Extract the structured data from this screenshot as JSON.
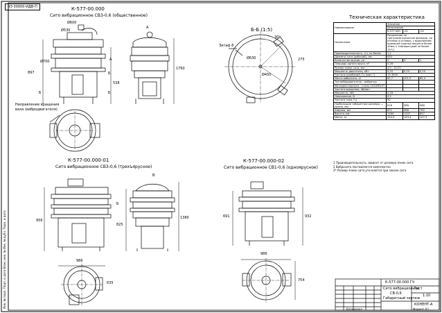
{
  "sheet": {
    "stamp": "ЧЭ 00000-ИДВ-П"
  },
  "view1": {
    "code": "К-577-00.000",
    "title": "Сито вибрационное СВЗ-0,6 (общественное)",
    "view_a": "А",
    "dim_top_left": "Ø600",
    "dim_top_small": "Ø530",
    "dim_side_left": "Ø700",
    "dim_height_left": "897",
    "dim_height_right": "538",
    "dim_height_far": "1760",
    "label_b_top": "Б",
    "label_b_bottom": "Б",
    "label_b_left": "Б",
    "callout_text": "Направление вращения",
    "callout_text2": "вала (вибродвигателя)",
    "label_a_arrow": "А"
  },
  "section": {
    "title": "Б-Б (1:5)",
    "dim_angle": "30°",
    "dim_r": "275",
    "dim_d": "Ø630",
    "dim_small": "Ø450",
    "label_left": "Зетаф 8"
  },
  "view2": {
    "code": "К-577-00.000-01",
    "title": "Сито вибрационное СВЗ-0,6 (трехъярусное)",
    "view_b": "В",
    "dim_left": "956",
    "dim_mid": "1380",
    "dim_right": "825",
    "dim_bottom": "986",
    "dim_bottom_small": "635",
    "small_label": "Б"
  },
  "view3": {
    "code": "К-577-00.000-02",
    "title": "Сито вибрационное СВ1-0,6 (одноярусное)",
    "dim_left": "691",
    "dim_right": "932",
    "dim_bottom": "986",
    "dim_side": "754"
  },
  "spec": {
    "title": "Техническая характеристика",
    "header_name": "Наименование",
    "header_value": "Значение",
    "header_value2": "Исполнение",
    "header_cols": [
      "К-577.000",
      "-01",
      "-02"
    ],
    "purpose_label": "Назначение",
    "purpose_text": "Разделение на гранулометрические фракции, на отсевах и отсевах, с выделением примесей (сорных веществ более 10мм, с температурой не более 15°С)",
    "rows": [
      {
        "name": "Производительность, т/ч, не более",
        "v": [
          "1,2",
          "",
          ""
        ]
      },
      {
        "name": "Диаметр сита (рабочий), мм",
        "v": [
          "630",
          "",
          ""
        ]
      },
      {
        "name": "Количество ярусов, шт.",
        "v": [
          "2",
          "3",
          "1"
        ]
      },
      {
        "name": "Площадь одного яруса, м²",
        "v": [
          "0,28",
          "",
          ""
        ]
      },
      {
        "name": "Размер ячеек сита, мм",
        "v": [
          "4,0 – 0,071",
          "",
          ""
        ]
      },
      {
        "name": "Мощность двигателя, кВт",
        "v": [
          "0,25",
          "0,25",
          "0,25"
        ]
      },
      {
        "name": "Частота колебаний, Гц (мин⁻¹)",
        "v": [
          "15-3000",
          "",
          ""
        ]
      },
      {
        "name": "Масса вибросита, кг",
        "v": [
          "82,7",
          "101,5",
          "65,4"
        ]
      },
      {
        "name": "Тип вибродвигателя – вибратор",
        "v": [
          "",
          "",
          ""
        ]
      },
      {
        "name": "Материал корпуса – сталь 12Х18Н10Т",
        "v": [
          "",
          "",
          ""
        ]
      },
      {
        "name": "Частота вращения, об/мин",
        "v": [
          "",
          "",
          ""
        ]
      },
      {
        "name": "Мощность, кВт",
        "v": [
          "0,18",
          "",
          ""
        ]
      },
      {
        "name": "Напряжение, В",
        "v": [
          "0,5",
          "",
          ""
        ]
      },
      {
        "name": "Частота тока, Гц",
        "v": [
          "50",
          "",
          ""
        ]
      }
    ],
    "size_label": "Наибольшие габаритные размеры",
    "size_rows": [
      {
        "name": "Длина, мм",
        "v": [
          "816",
          "986",
          "986"
        ]
      },
      {
        "name": "Ширина, мм",
        "v": [
          "871",
          "986",
          "762"
        ]
      },
      {
        "name": "Высота, мм",
        "v": [
          "1160",
          "1207",
          "857"
        ]
      }
    ],
    "mass_row": {
      "name": "Масса, кг",
      "v": [
        "124,5",
        "143,4",
        "107,3"
      ]
    },
    "notes": [
      "1 Производительность зависит от размера ячеек сита",
      "2 Вибросито поставляется комплектно",
      "3* Размер ячеек сита уточняется при заказе сита"
    ]
  },
  "titleblock": {
    "code": "К-577-00.000 ГЧ",
    "name1": "Сито вибрационное",
    "name2": "СВ-0,6",
    "name3": "Габаритный чертеж",
    "scale": "1:10",
    "sheet_lit": "Лист",
    "company": "КОНЕНТ-А",
    "format": "Формат А3",
    "copied": "Копировал"
  },
  "side_strip": "Инв. № подл.  Подп. и дата  Взам. инв. №  Инв. № дубл.  Подп. и дата"
}
